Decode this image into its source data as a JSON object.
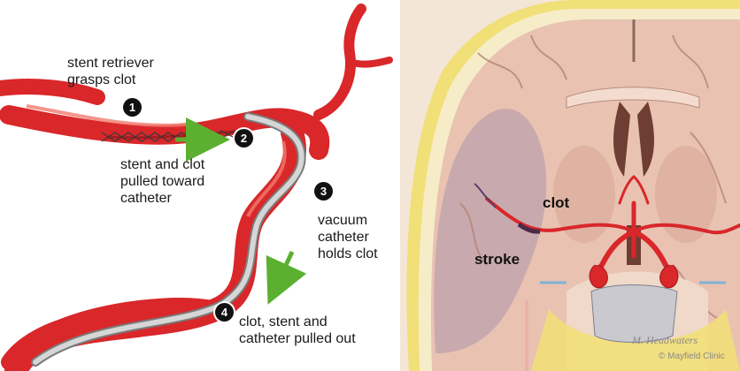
{
  "left_panel": {
    "label_1": "stent retriever\ngrasps clot",
    "label_2": "stent and clot\npulled toward\ncatheter",
    "label_3": "vacuum\ncatheter\nholds clot",
    "label_4": "clot, stent and\ncatheter pulled out",
    "step_1": "1",
    "step_2": "2",
    "step_3": "3",
    "step_4": "4",
    "arrow_color": "#5bb030"
  },
  "right_panel": {
    "clot_label": "clot",
    "stroke_label": "stroke",
    "signature": "M. Headwaters",
    "credit": "© Mayfield Clinic"
  },
  "colors": {
    "artery": "#d9272a",
    "artery_highlight": "#f07a6e",
    "catheter": "#b9b9b9",
    "brain": "#e9c2b2",
    "skull": "#f3e27a",
    "stroke_region": "#c2a6ad"
  }
}
